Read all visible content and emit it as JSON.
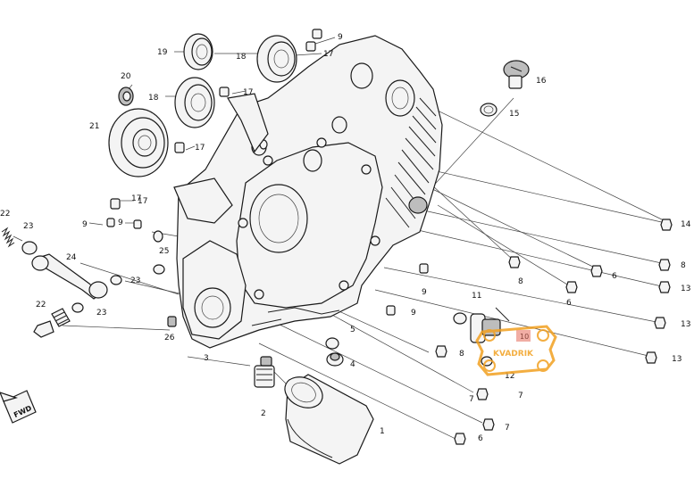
{
  "diagram": {
    "callouts": [
      "1",
      "2",
      "3",
      "4",
      "5",
      "6",
      "6",
      "6",
      "7",
      "7",
      "7",
      "8",
      "8",
      "8",
      "9",
      "9",
      "9",
      "9",
      "9",
      "10",
      "11",
      "12",
      "13",
      "13",
      "13",
      "14",
      "15",
      "16",
      "17",
      "17",
      "17",
      "17",
      "17",
      "18",
      "18",
      "19",
      "20",
      "21",
      "22",
      "22",
      "23",
      "23",
      "23",
      "24",
      "25",
      "26"
    ],
    "direction_label": "FWD",
    "watermark_text": "KVADRIK",
    "colors": {
      "line": "#222222",
      "highlight": "#e66a5a",
      "watermark": "#f2a020"
    }
  }
}
